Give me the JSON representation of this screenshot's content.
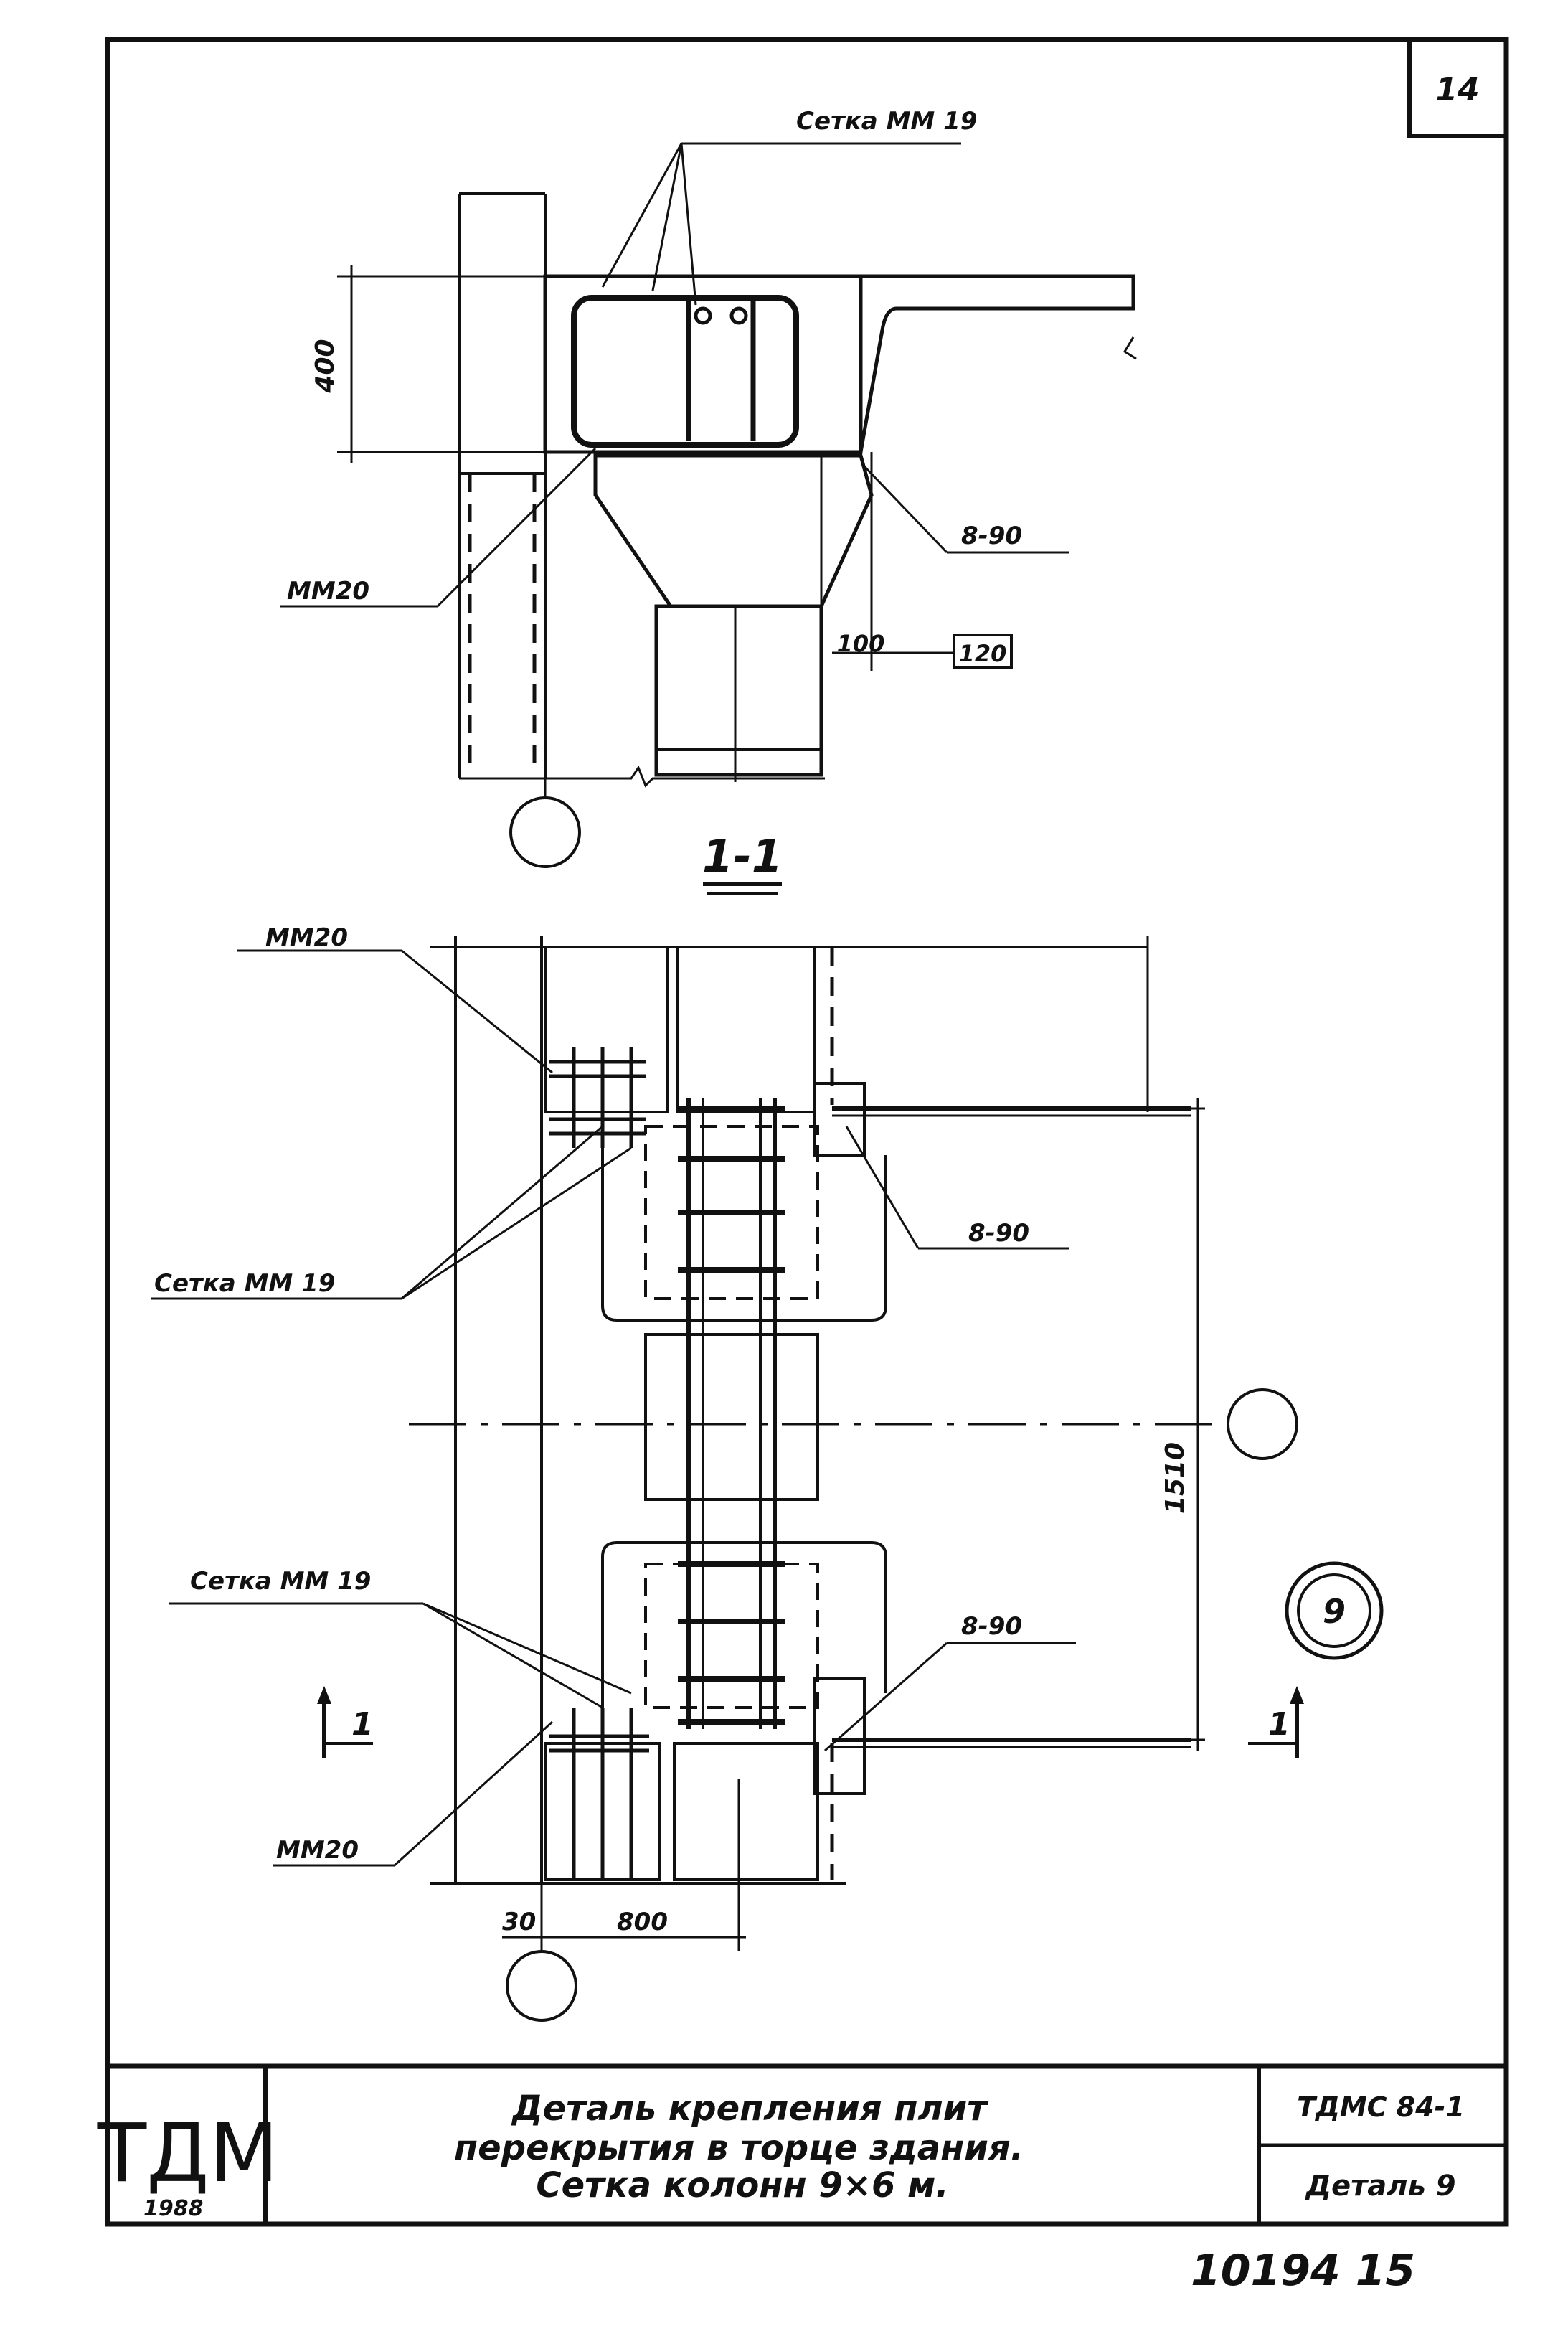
{
  "sheet_number": "14",
  "section_title": "1-1",
  "labels": {
    "mesh_mm19": "Сетка ММ 19",
    "mesh_mm19_b": "Сетка ММ 19",
    "mesh_mm19_c": "Сетка ММ 19",
    "mm20_top": "ММ20",
    "mm20_mid": "ММ20",
    "mm20_bottom": "ММ20",
    "weld_top": "8-90",
    "weld_mid": "8-90",
    "weld_bottom": "8-90",
    "cut_left": "1",
    "cut_right": "1",
    "detail_marker": "9"
  },
  "dimensions": {
    "height_400": "400",
    "offset_100": "100",
    "boxed_120": "120",
    "span_1510": "1510",
    "offset_30": "30",
    "width_800": "800"
  },
  "title_block": {
    "logo": "ТДМ",
    "year": "1988",
    "title_line1": "Деталь   крепления   плит",
    "title_line2": "перекрытия   в торце   здания.",
    "title_line3": "Сетка   колонн   9×6 м.",
    "code": "ТДМС 84-1",
    "detail": "Деталь 9"
  },
  "archive_number": "10194   15",
  "colors": {
    "ink": "#111111",
    "paper": "#ffffff"
  }
}
